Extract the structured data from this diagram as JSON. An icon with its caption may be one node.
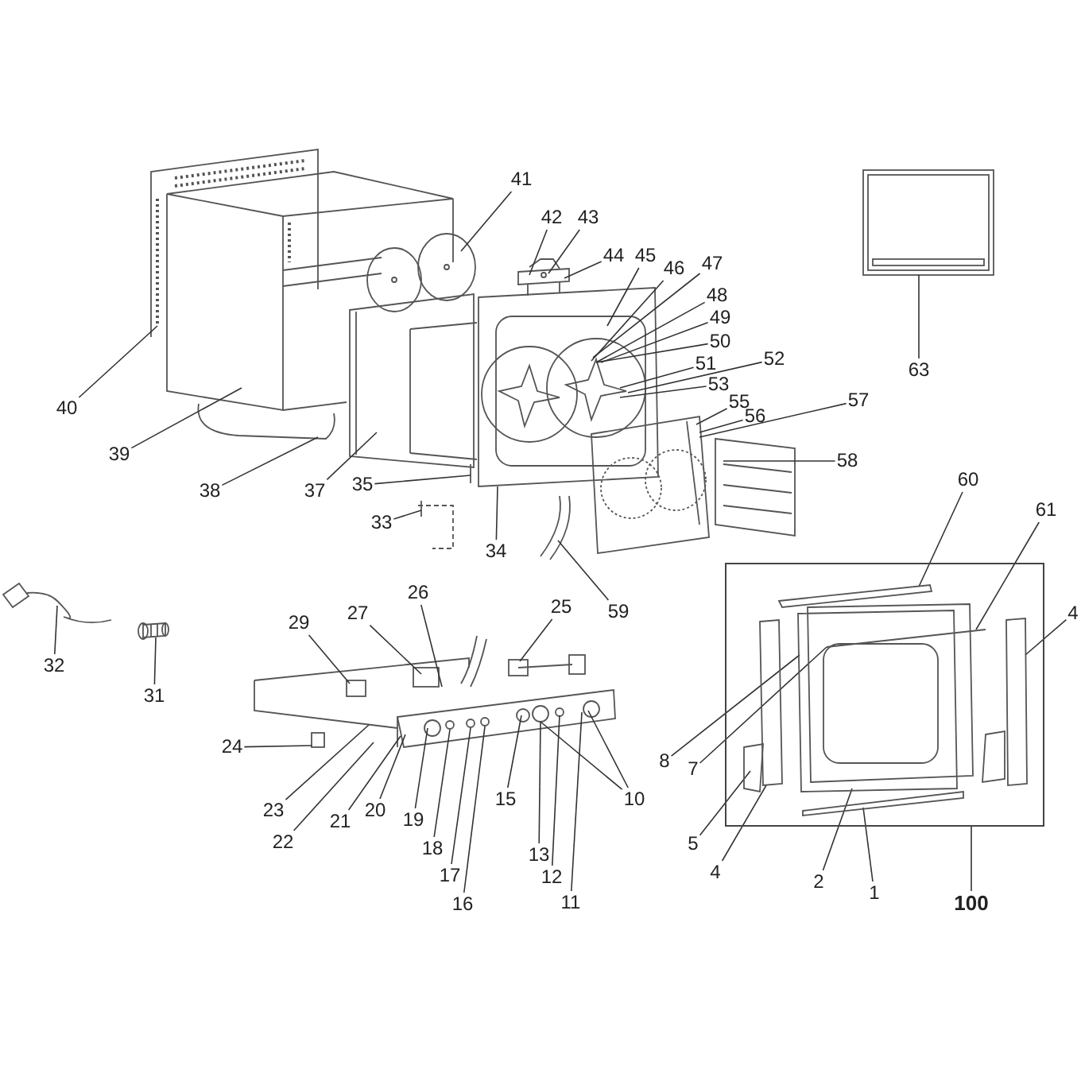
{
  "diagram": {
    "nodes": [
      {
        "text": [
          "41"
        ]
      },
      {
        "text": [
          "42"
        ]
      },
      {
        "text": [
          "43"
        ]
      },
      {
        "text": [
          "44"
        ]
      },
      {
        "text": [
          "45"
        ]
      },
      {
        "text": [
          "46"
        ]
      },
      {
        "text": [
          "47"
        ]
      },
      {
        "text": [
          "48"
        ]
      },
      {
        "text": [
          "49"
        ]
      },
      {
        "text": [
          "50"
        ]
      },
      {
        "text": [
          "51"
        ]
      },
      {
        "text": [
          "52"
        ]
      },
      {
        "text": [
          "53"
        ]
      },
      {
        "text": [
          "63"
        ]
      },
      {
        "text": [
          "57"
        ]
      },
      {
        "text": [
          "40"
        ]
      },
      {
        "text": [
          "55"
        ]
      },
      {
        "text": [
          "56"
        ]
      },
      {
        "text": [
          "39"
        ]
      },
      {
        "text": [
          "58"
        ]
      },
      {
        "text": [
          "60"
        ]
      },
      {
        "text": [
          "35"
        ]
      },
      {
        "text": [
          "38"
        ]
      },
      {
        "text": [
          "37"
        ]
      },
      {
        "text": [
          "61"
        ]
      },
      {
        "text": [
          "33"
        ]
      },
      {
        "text": [
          "34"
        ]
      },
      {
        "text": [],
        "shape": "box"
      },
      {
        "text": [
          "26"
        ]
      },
      {
        "text": [
          "25"
        ]
      },
      {
        "text": [
          "59"
        ]
      },
      {
        "text": [
          "4"
        ]
      },
      {
        "text": [
          "27"
        ]
      },
      {
        "text": [
          "29"
        ]
      },
      {
        "text": [
          "32"
        ]
      },
      {
        "text": [
          "31"
        ]
      },
      {
        "text": [
          "24"
        ]
      },
      {
        "text": [
          "8"
        ]
      },
      {
        "text": [
          "7"
        ]
      },
      {
        "text": [
          "15"
        ]
      },
      {
        "text": [
          "10"
        ]
      },
      {
        "text": [
          "23"
        ]
      },
      {
        "text": [
          "20"
        ]
      },
      {
        "text": [
          "19"
        ]
      },
      {
        "text": [
          "21"
        ]
      },
      {
        "text": [
          "22"
        ]
      },
      {
        "text": [
          "5"
        ]
      },
      {
        "text": [
          "18"
        ]
      },
      {
        "text": [
          "13"
        ]
      },
      {
        "text": [
          "4"
        ]
      },
      {
        "text": [
          "17"
        ]
      },
      {
        "text": [
          "12"
        ]
      },
      {
        "text": [
          "2"
        ]
      },
      {
        "text": [
          "1"
        ]
      },
      {
        "text": [
          "11"
        ]
      },
      {
        "text": [
          "16"
        ]
      },
      {
        "text": [
          "100"
        ]
      },
      {
        "text": [],
        "shape": "picture"
      },
      {
        "text": [],
        "shape": "picture"
      },
      {
        "text": [],
        "shape": "picture"
      },
      {
        "text": [],
        "shape": "picture"
      },
      {
        "text": [],
        "shape": "picture"
      },
      {
        "text": [],
        "shape": "picture"
      },
      {
        "text": [],
        "shape": "picture"
      },
      {
        "text": [],
        "shape": "picture"
      },
      {
        "text": [],
        "shape": "picture"
      },
      {
        "text": [],
        "shape": "picture"
      },
      {
        "text": [],
        "shape": "picture"
      },
      {
        "text": [],
        "shape": "picture"
      },
      {
        "text": [],
        "shape": "picture"
      },
      {
        "text": [],
        "shape": "picture"
      },
      {
        "text": [],
        "shape": "picture"
      },
      {
        "text": [],
        "shape": "picture",
        "in": 27
      }
    ],
    "edges": [
      {
        "from": 0,
        "to": 60,
        "arrow": "none"
      },
      {
        "from": 1,
        "to": 63,
        "arrow": "none"
      },
      {
        "from": 2,
        "to": 63,
        "arrow": "none"
      },
      {
        "from": 3,
        "to": 63,
        "arrow": "none"
      },
      {
        "from": 4,
        "to": 62,
        "arrow": "none"
      },
      {
        "from": 5,
        "to": 62,
        "arrow": "none"
      },
      {
        "from": 6,
        "to": 62,
        "arrow": "none"
      },
      {
        "from": 7,
        "to": 62,
        "arrow": "none"
      },
      {
        "from": 8,
        "to": 62,
        "arrow": "none"
      },
      {
        "from": 9,
        "to": 62,
        "arrow": "none"
      },
      {
        "from": 10,
        "to": 62,
        "arrow": "none"
      },
      {
        "from": 11,
        "to": 62,
        "arrow": "none"
      },
      {
        "from": 12,
        "to": 62,
        "arrow": "none"
      },
      {
        "from": 13,
        "to": 68,
        "arrow": "none"
      },
      {
        "from": 14,
        "to": 66,
        "arrow": "none"
      },
      {
        "from": 15,
        "to": 57,
        "arrow": "none"
      },
      {
        "from": 16,
        "to": 66,
        "arrow": "none"
      },
      {
        "from": 17,
        "to": 66,
        "arrow": "none"
      },
      {
        "from": 18,
        "to": 58,
        "arrow": "none"
      },
      {
        "from": 19,
        "to": 67,
        "arrow": "none"
      },
      {
        "from": 20,
        "to": 72,
        "arrow": "none"
      },
      {
        "from": 21,
        "to": 62,
        "arrow": "none"
      },
      {
        "from": 22,
        "to": 59,
        "arrow": "none"
      },
      {
        "from": 23,
        "to": 61,
        "arrow": "none"
      },
      {
        "from": 24,
        "to": 72,
        "arrow": "none"
      },
      {
        "from": 25,
        "to": 64,
        "arrow": "none"
      },
      {
        "from": 26,
        "to": 62,
        "arrow": "none"
      },
      {
        "from": 28,
        "to": 71,
        "arrow": "none"
      },
      {
        "from": 29,
        "to": 71,
        "arrow": "none"
      },
      {
        "from": 30,
        "to": 65,
        "arrow": "none"
      },
      {
        "from": 31,
        "to": 72,
        "arrow": "none"
      },
      {
        "from": 32,
        "to": 71,
        "arrow": "none"
      },
      {
        "from": 33,
        "to": 71,
        "arrow": "none"
      },
      {
        "from": 34,
        "to": 69,
        "arrow": "none"
      },
      {
        "from": 35,
        "to": 70,
        "arrow": "none"
      },
      {
        "from": 36,
        "to": 71,
        "arrow": "none"
      },
      {
        "from": 37,
        "to": 72,
        "arrow": "none"
      },
      {
        "from": 38,
        "to": 72,
        "arrow": "none"
      },
      {
        "from": 39,
        "to": 71,
        "arrow": "none"
      },
      {
        "from": 40,
        "to": 71,
        "arrow": "none"
      },
      {
        "from": 40,
        "to": 71,
        "arrow": "none"
      },
      {
        "from": 41,
        "to": 71,
        "arrow": "none"
      },
      {
        "from": 42,
        "to": 71,
        "arrow": "none"
      },
      {
        "from": 43,
        "to": 71,
        "arrow": "none"
      },
      {
        "from": 44,
        "to": 71,
        "arrow": "none"
      },
      {
        "from": 45,
        "to": 71,
        "arrow": "none"
      },
      {
        "from": 46,
        "to": 72,
        "arrow": "none"
      },
      {
        "from": 47,
        "to": 71,
        "arrow": "none"
      },
      {
        "from": 48,
        "to": 71,
        "arrow": "none"
      },
      {
        "from": 49,
        "to": 72,
        "arrow": "none"
      },
      {
        "from": 50,
        "to": 71,
        "arrow": "none"
      },
      {
        "from": 51,
        "to": 71,
        "arrow": "none"
      },
      {
        "from": 52,
        "to": 72,
        "arrow": "none"
      },
      {
        "from": 53,
        "to": 72,
        "arrow": "none"
      },
      {
        "from": 54,
        "to": 71,
        "arrow": "none"
      },
      {
        "from": 55,
        "to": 71,
        "arrow": "none"
      },
      {
        "from": 56,
        "to": 27,
        "arrow": "none"
      }
    ]
  }
}
